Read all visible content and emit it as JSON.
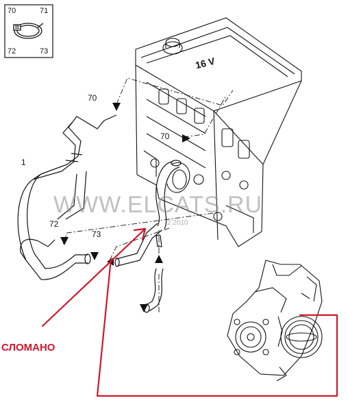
{
  "legend_numbers": [
    "70",
    "71",
    "72",
    "73"
  ],
  "callouts": {
    "hose_main": "1",
    "clamp_upper": "70",
    "clamp_middle": "70",
    "clamp_left": "72",
    "clamp_lower": "73"
  },
  "engine_badge": "16 V",
  "watermark": "WWW.ELCATS.RU",
  "watermark_date": "2.2010",
  "broken_label": "СЛОМАНО",
  "colors": {
    "line": "#111111",
    "annotation": "#d0152a",
    "watermark": "#8c8c8c"
  }
}
